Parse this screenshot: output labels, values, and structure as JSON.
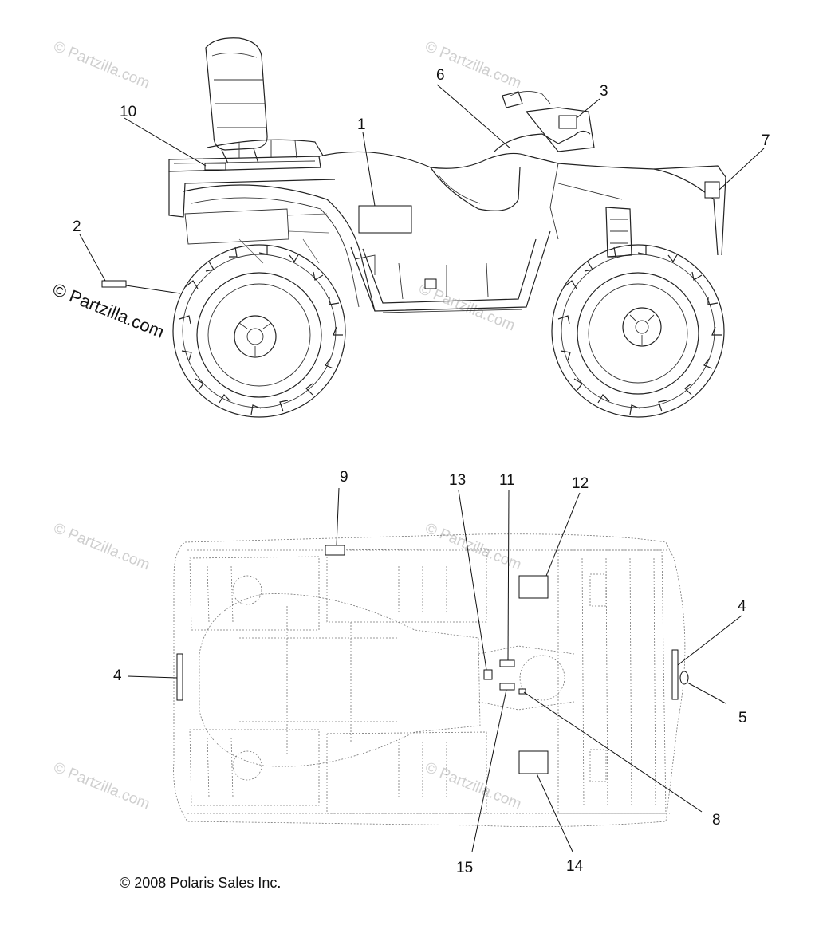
{
  "watermark_text": "© Partzilla.com",
  "copyright": "© 2008 Polaris Sales Inc.",
  "callouts": {
    "c1": "1",
    "c2": "2",
    "c3": "3",
    "c4a": "4",
    "c4b": "4",
    "c5": "5",
    "c6": "6",
    "c7": "7",
    "c8": "8",
    "c9": "9",
    "c10": "10",
    "c11": "11",
    "c12": "12",
    "c13": "13",
    "c14": "14",
    "c15": "15"
  }
}
